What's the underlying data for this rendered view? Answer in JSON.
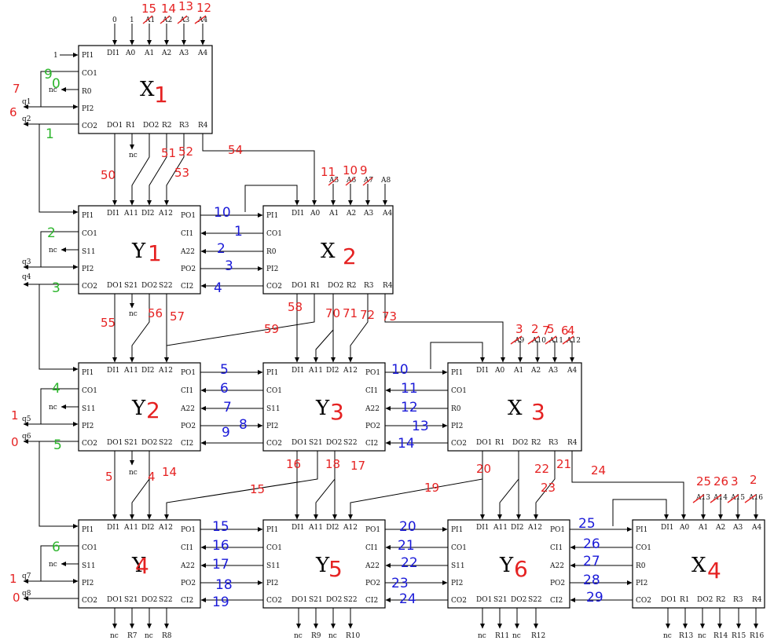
{
  "colors": {
    "ink": "#000000",
    "red": "#e52222",
    "blue": "#1a1ad8",
    "green": "#2cb52c"
  },
  "blocks": {
    "x1": {
      "letter": "X",
      "annot": "1"
    },
    "x2": {
      "letter": "X",
      "annot": "2"
    },
    "x3": {
      "letter": "X",
      "annot": "3"
    },
    "x4": {
      "letter": "X",
      "annot": "4"
    },
    "y1": {
      "letter": "Y",
      "annot": "1"
    },
    "y2": {
      "letter": "Y",
      "annot": "2"
    },
    "y3": {
      "letter": "Y",
      "annot": "3"
    },
    "y4": {
      "letter": "Y",
      "annot": "4"
    },
    "y5": {
      "letter": "Y",
      "annot": "5"
    },
    "y6": {
      "letter": "Y",
      "annot": "6"
    }
  },
  "pins": {
    "x_left": [
      "PI1",
      "CO1",
      "R0",
      "PI2",
      "CO2"
    ],
    "y_left": [
      "PI1",
      "CO1",
      "S11",
      "PI2",
      "CO2"
    ],
    "y_right": [
      "PO1",
      "CI1",
      "A22",
      "PO2",
      "CI2"
    ],
    "y_top": [
      "DI1",
      "A11",
      "DI2",
      "A12"
    ],
    "y_bottom": [
      "DO1",
      "S21",
      "DO2",
      "S22"
    ],
    "x1_top": [
      "DI1",
      "A0",
      "A1",
      "A2",
      "A3",
      "A4"
    ],
    "x_top": [
      "PI1",
      "DI1",
      "A0",
      "A1",
      "A2",
      "A3",
      "A4"
    ],
    "x_bottom": [
      "DO1",
      "R1",
      "DO2",
      "R2",
      "R3",
      "R4"
    ]
  },
  "inputs": {
    "x1_top": [
      "0",
      "1",
      "A1",
      "A2",
      "A3",
      "A4"
    ],
    "x1_pi1": "1",
    "x2_top": [
      "A5",
      "A6",
      "A7",
      "A8"
    ],
    "x3_top": [
      "A9",
      "A10",
      "A11",
      "A12"
    ],
    "x4_top": [
      "A13",
      "A14",
      "A15",
      "A16"
    ]
  },
  "outputs": {
    "nc": "nc",
    "x1_left": [
      "q1",
      "q2"
    ],
    "y1_left": [
      "q3",
      "q4"
    ],
    "y2_left": [
      "q5",
      "q6"
    ],
    "y4_left": [
      "q7",
      "q8"
    ],
    "y4_bottom": [
      "nc",
      "R7",
      "nc",
      "R8"
    ],
    "y5_bottom": [
      "nc",
      "R9",
      "nc",
      "R10"
    ],
    "y6_bottom": [
      "nc",
      "R11",
      "nc",
      "R12"
    ],
    "x4_bottom": [
      "nc",
      "R13",
      "nc",
      "R14",
      "R15",
      "R16"
    ]
  },
  "annotations": {
    "red": [
      "15",
      "14",
      "13",
      "12",
      "7",
      "6",
      "50",
      "51",
      "52",
      "53",
      "54",
      "11",
      "10",
      "9",
      "5",
      "4",
      "55",
      "56",
      "57",
      "58",
      "59",
      "70",
      "71",
      "72",
      "73",
      "3",
      "2",
      "7",
      "6",
      "5",
      "4",
      "14",
      "15",
      "16",
      "18",
      "17",
      "19",
      "20",
      "22",
      "21",
      "23",
      "24",
      "25",
      "26",
      "3",
      "2",
      "1",
      "0",
      "1",
      "0"
    ],
    "blue": [
      "10",
      "1",
      "2",
      "3",
      "4",
      "5",
      "6",
      "7",
      "8",
      "9",
      "10",
      "11",
      "12",
      "13",
      "14",
      "15",
      "16",
      "17",
      "18",
      "19",
      "20",
      "21",
      "22",
      "23",
      "24",
      "25",
      "26",
      "27",
      "28",
      "29"
    ],
    "green": [
      "9",
      "0",
      "1",
      "2",
      "3",
      "4",
      "5",
      "6"
    ]
  }
}
